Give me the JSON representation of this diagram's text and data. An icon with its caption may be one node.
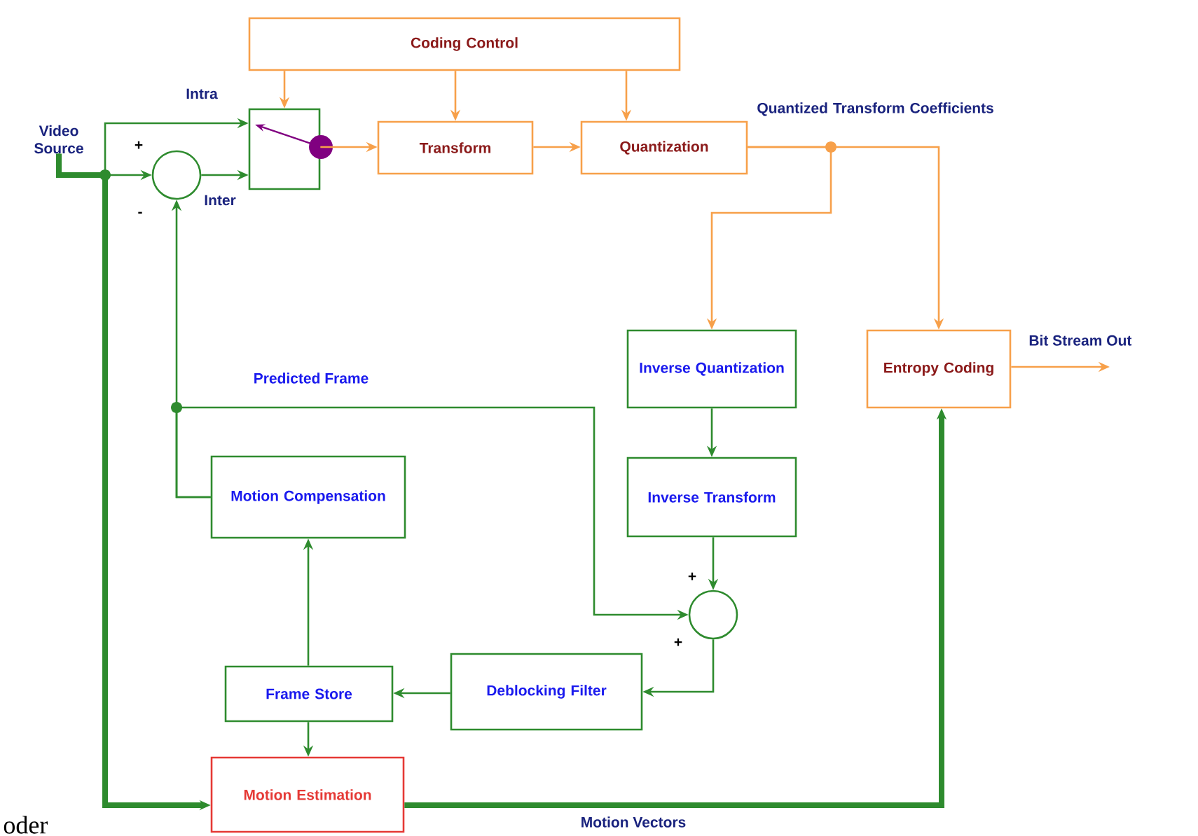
{
  "diagram": {
    "nodes": [
      {
        "text": [
          "Coding Control"
        ]
      },
      {
        "text": [
          "Video Source"
        ]
      },
      {
        "text": [],
        "shape": "box"
      },
      {
        "text": [],
        "shape": "circle"
      },
      {
        "text": [
          "Transform"
        ]
      },
      {
        "text": [
          "Quantization"
        ]
      },
      {
        "text": [
          "Inverse Quantization"
        ]
      },
      {
        "text": [
          "Entropy Coding"
        ]
      },
      {
        "text": [
          "Motion Compensation"
        ]
      },
      {
        "text": [
          "Inverse Transform"
        ]
      },
      {
        "text": [],
        "shape": "circle"
      },
      {
        "text": [
          "Frame Store"
        ]
      },
      {
        "text": [
          "Deblocking Filter"
        ]
      },
      {
        "text": [
          "Motion Estimation"
        ]
      }
    ],
    "edges": [
      {
        "from": 0,
        "to": 2,
        "arrow": "to",
        "color": "#f7a04a"
      },
      {
        "from": 0,
        "to": 4,
        "arrow": "to",
        "color": "#f7a04a"
      },
      {
        "from": 0,
        "to": 5,
        "arrow": "to",
        "color": "#f7a04a"
      },
      {
        "from": 1,
        "to": 2,
        "arrow": "to"
      },
      {
        "from": 1,
        "to": 3,
        "arrow": "to"
      },
      {
        "from": 1,
        "to": 13,
        "arrow": "to",
        "style": "thick"
      },
      {
        "from": 3,
        "to": 2,
        "arrow": "to"
      },
      {
        "from": 2,
        "to": 4,
        "arrow": "to",
        "color": "#f7a04a"
      },
      {
        "from": 4,
        "to": 5,
        "arrow": "to",
        "color": "#f7a04a"
      },
      {
        "from": 5,
        "to": 6,
        "arrow": "to",
        "color": "#f7a04a"
      },
      {
        "from": 5,
        "to": 7,
        "arrow": "to",
        "color": "#f7a04a"
      },
      {
        "from": 7,
        "to": null,
        "arrow": "to",
        "color": "#f7a04a",
        "label": "Bit Stream Out"
      },
      {
        "from": 6,
        "to": 9,
        "arrow": "to"
      },
      {
        "from": 9,
        "to": 10,
        "arrow": "to"
      },
      {
        "from": 8,
        "to": 3,
        "arrow": "to"
      },
      {
        "from": 8,
        "to": 10,
        "arrow": "to"
      },
      {
        "from": 10,
        "to": 12,
        "arrow": "to"
      },
      {
        "from": 12,
        "to": 11,
        "arrow": "to"
      },
      {
        "from": 11,
        "to": 8,
        "arrow": "to"
      },
      {
        "from": 11,
        "to": 13,
        "arrow": "to"
      },
      {
        "from": 13,
        "to": 7,
        "arrow": "to",
        "style": "thick",
        "label": "Motion Vectors"
      }
    ],
    "labels": [
      "Quantized Transform Coefficients",
      "Intra",
      "+",
      "Inter",
      "-",
      "Predicted Frame",
      "+",
      "+",
      "oder"
    ]
  }
}
